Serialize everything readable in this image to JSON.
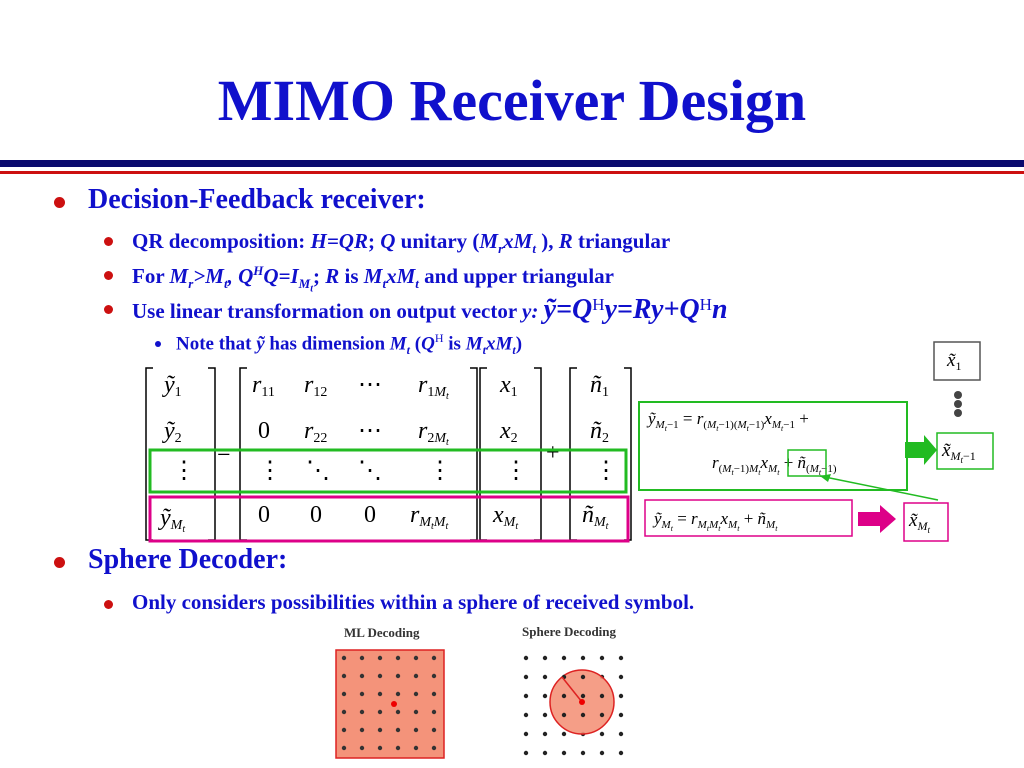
{
  "title": "MIMO Receiver Design",
  "bullets": {
    "dfe": {
      "heading": "Decision-Feedback receiver:",
      "qr": {
        "lead": "QR decomposition: ",
        "eq": "H=QR",
        "sep": "; ",
        "q": "Q",
        "unitary": " unitary (",
        "mt1": "M",
        "sub_t1": "r",
        "x1": "x",
        "mt2": "M",
        "sub_t2": "t",
        "close": " ), ",
        "r": "R",
        "tri": " triangular"
      },
      "for": {
        "lead": "For ",
        "m1": "M",
        "s1": "r",
        "gt": ">",
        "m2": "M",
        "s2": "t",
        "comma": ", ",
        "q": "Q",
        "sup": "H",
        "qi": "Q=I",
        "im": "M",
        "ims": "t",
        "semi": "; ",
        "r": "R",
        "is": " is ",
        "m3": "M",
        "s3": "t",
        "x": "x",
        "m4": "M",
        "s4": "t",
        "tail": " and upper triangular"
      },
      "lin": {
        "lead": "Use linear transformation on output vector ",
        "y": "y: ",
        "eq1": "ỹ=Q",
        "sup1": "H",
        "eq2": "y=Ry+Q",
        "sup2": "H",
        "eq3": "n"
      },
      "note": {
        "lead": "Note that ",
        "y": "ỹ",
        "mid": " has dimension ",
        "m": "M",
        "s": "t",
        "open": " (",
        "q": "Q",
        "sup": "H",
        "is": " is ",
        "m2": "M",
        "s2": "t",
        "x": "x",
        "m3": "M",
        "s3": "t",
        "close": ")"
      }
    },
    "sphere": {
      "heading": "Sphere Decoder:",
      "sub": "Only considers possibilities within a sphere of received symbol."
    }
  },
  "figure": {
    "ml_label": "ML Decoding",
    "sphere_label": "Sphere Decoding"
  },
  "colors": {
    "title_blue": "#1010cc",
    "bullet_red": "#cc1010",
    "rule_navy": "#0a0a6e",
    "green_box": "#22bb22",
    "magenta_box": "#dd0088",
    "salmon": "#f4937a"
  }
}
